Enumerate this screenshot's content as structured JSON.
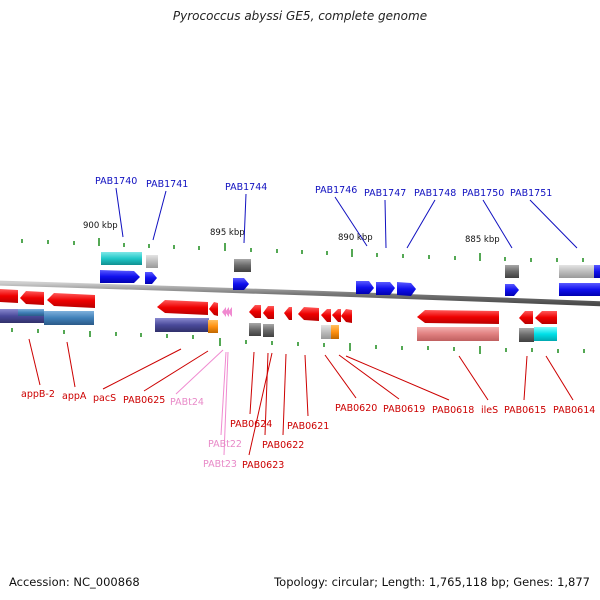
{
  "title": "Pyrococcus abyssi GE5, complete genome",
  "accession": "Accession: NC_000868",
  "topology": "Topology: circular; Length: 1,765,118 bp; Genes: 1,877",
  "scale_labels": [
    {
      "id": "900",
      "text": "900 kbp"
    },
    {
      "id": "895",
      "text": "895 kbp"
    },
    {
      "id": "890",
      "text": "890 kbp"
    },
    {
      "id": "885",
      "text": "885 kbp"
    }
  ],
  "upper_labels": [
    {
      "id": "PAB1740",
      "text": "PAB1740"
    },
    {
      "id": "PAB1741",
      "text": "PAB1741"
    },
    {
      "id": "PAB1744",
      "text": "PAB1744"
    },
    {
      "id": "PAB1746",
      "text": "PAB1746"
    },
    {
      "id": "PAB1747",
      "text": "PAB1747"
    },
    {
      "id": "PAB1748",
      "text": "PAB1748"
    },
    {
      "id": "PAB1750",
      "text": "PAB1750"
    },
    {
      "id": "PAB1751",
      "text": "PAB1751"
    }
  ],
  "lower_labels": [
    {
      "id": "appB-2",
      "text": "appB-2"
    },
    {
      "id": "appA",
      "text": "appA"
    },
    {
      "id": "pacS",
      "text": "pacS"
    },
    {
      "id": "PAB0625",
      "text": "PAB0625"
    },
    {
      "id": "PABt24",
      "text": "PABt24"
    },
    {
      "id": "PAB0624",
      "text": "PAB0624"
    },
    {
      "id": "PABt22",
      "text": "PABt22"
    },
    {
      "id": "PAB0622",
      "text": "PAB0622"
    },
    {
      "id": "PABt23",
      "text": "PABt23"
    },
    {
      "id": "PAB0623",
      "text": "PAB0623"
    },
    {
      "id": "PAB0621",
      "text": "PAB0621"
    },
    {
      "id": "PAB0620",
      "text": "PAB0620"
    },
    {
      "id": "PAB0619",
      "text": "PAB0619"
    },
    {
      "id": "PAB0618",
      "text": "PAB0618"
    },
    {
      "id": "ileS",
      "text": "ileS"
    },
    {
      "id": "PAB0615",
      "text": "PAB0615"
    },
    {
      "id": "PAB0614",
      "text": "PAB0614"
    }
  ],
  "colors": {
    "forward_gene": "#1010e0",
    "reverse_gene": "#e01010",
    "trna": "#f08ad0",
    "backbone": "#7a7a7a",
    "tick": "#1a8a1a",
    "forward_label": "#1010c0",
    "reverse_label": "#cc0000",
    "trna_label": "#e88ac8"
  }
}
